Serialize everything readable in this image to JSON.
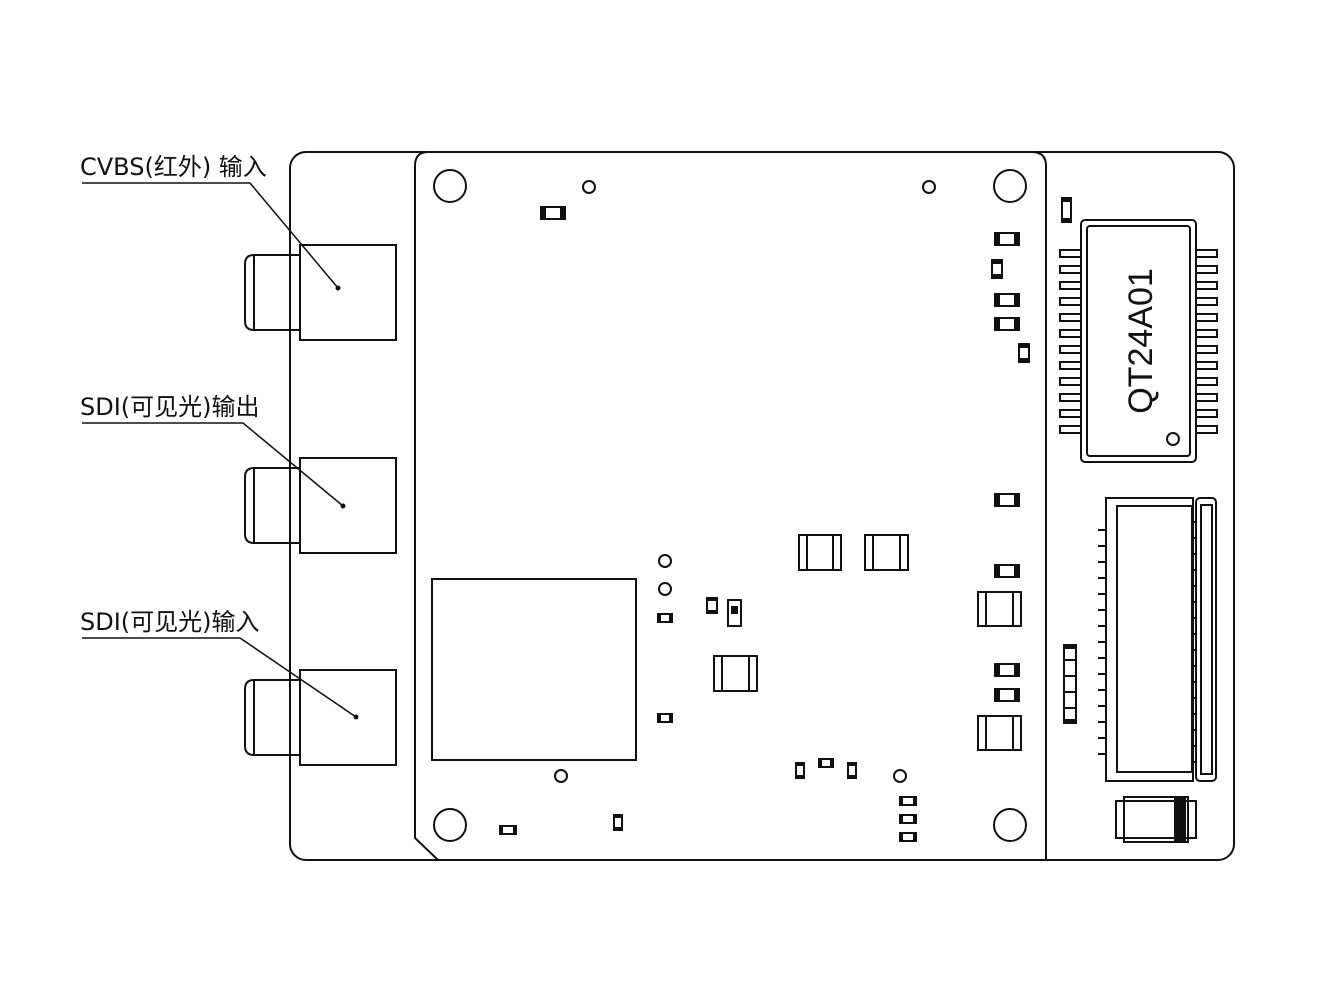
{
  "labels": {
    "cvbs_input": "CVBS(红外) 输入",
    "sdi_output": "SDI(可见光)输出",
    "sdi_input": "SDI(可见光)输入"
  },
  "chip": {
    "marking": "QT24A01"
  }
}
